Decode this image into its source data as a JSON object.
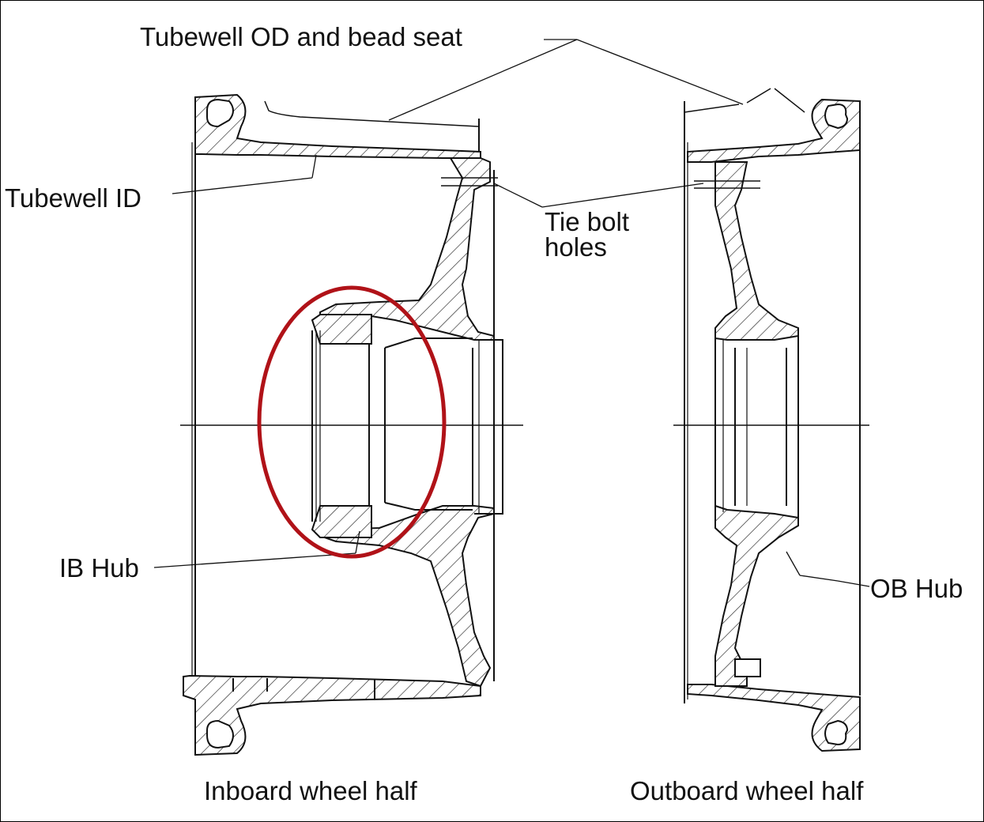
{
  "labels": {
    "tubewell_od": "Tubewell OD and bead seat",
    "tubewell_id": "Tubewell ID",
    "tie_bolt_line1": "Tie bolt",
    "tie_bolt_line2": "holes",
    "ib_hub": "IB Hub",
    "ob_hub": "OB Hub"
  },
  "captions": {
    "inboard": "Inboard wheel half",
    "outboard": "Outboard wheel half"
  },
  "colors": {
    "line": "#111111",
    "highlight": "#b01218",
    "background": "#ffffff"
  }
}
